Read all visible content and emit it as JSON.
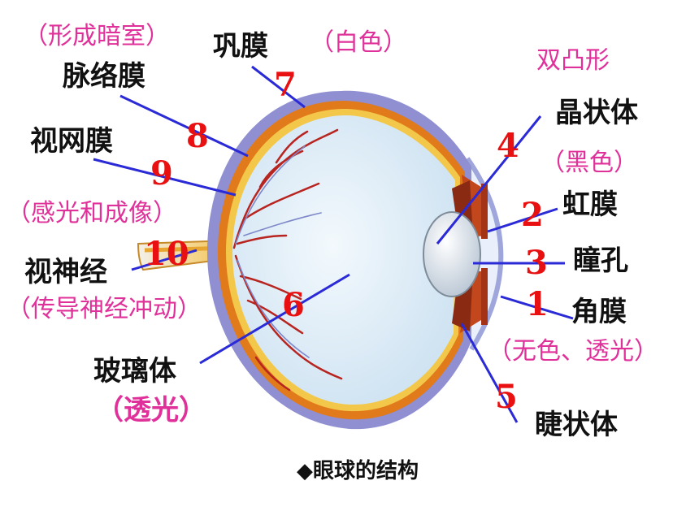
{
  "diagram": {
    "caption": "◆眼球的结构",
    "parts": {
      "cornea": {
        "num": "1",
        "name": "角膜",
        "note": "（无色、透光）"
      },
      "iris": {
        "num": "2",
        "name": "虹膜",
        "note": "（黑色）"
      },
      "pupil": {
        "num": "3",
        "name": "瞳孔"
      },
      "lens": {
        "num": "4",
        "name": "晶状体",
        "note": "双凸形"
      },
      "ciliary": {
        "num": "5",
        "name": "睫状体"
      },
      "vitreous": {
        "num": "6",
        "name": "玻璃体",
        "note": "（透光）"
      },
      "sclera": {
        "num": "7",
        "name": "巩膜",
        "note": "（白色）"
      },
      "choroid": {
        "num": "8",
        "name": "脉络膜",
        "note": "（形成暗室）"
      },
      "retina": {
        "num": "9",
        "name": "视网膜",
        "note": "（感光和成像）"
      },
      "optic_nerve": {
        "num": "10",
        "name": "视神经",
        "note": "（传导神经冲动）"
      }
    },
    "colors": {
      "leader_line": "#2a2ad6",
      "label_pink": "#e0309a",
      "number_red": "#e81010",
      "sclera": "#8f8fd2",
      "choroid": "#e07a1a",
      "vessel": "#b8241f",
      "vitreous": "#e4f0fa"
    }
  }
}
